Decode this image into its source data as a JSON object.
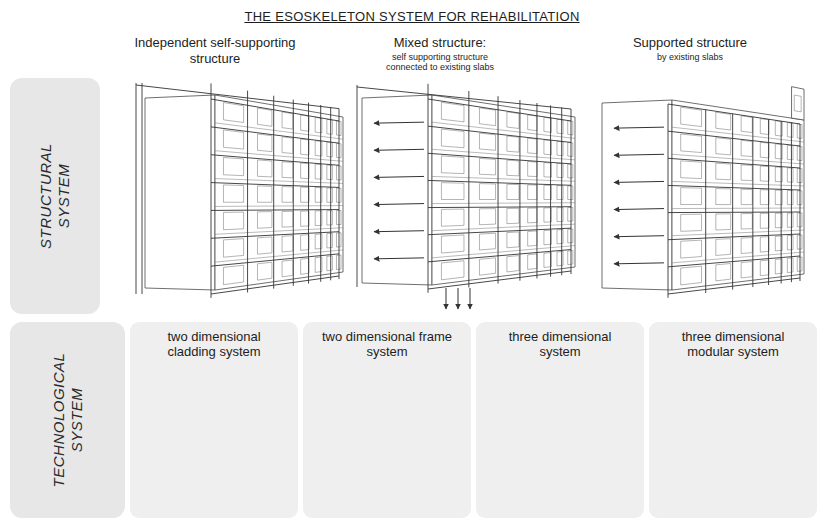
{
  "diagram": {
    "title": "THE ESOSKELETON SYSTEM FOR REHABILITATION",
    "nodes": [
      {
        "text": [
          "STRUCTURAL SYSTEM"
        ]
      },
      {
        "text": [
          "TECHNOLOGICAL SYSTEM"
        ]
      },
      {
        "text": [
          "two dimensional cladding system"
        ]
      },
      {
        "text": [
          "two dimensional frame system"
        ]
      },
      {
        "text": [
          "three dimensional system"
        ]
      },
      {
        "text": [
          "three dimensional modular system"
        ]
      }
    ],
    "labels": [
      "Independent self-supporting structure",
      "Mixed structure:",
      "self supporting structure connected to existing slabs",
      "Supported structure",
      "by existing slabs"
    ]
  }
}
